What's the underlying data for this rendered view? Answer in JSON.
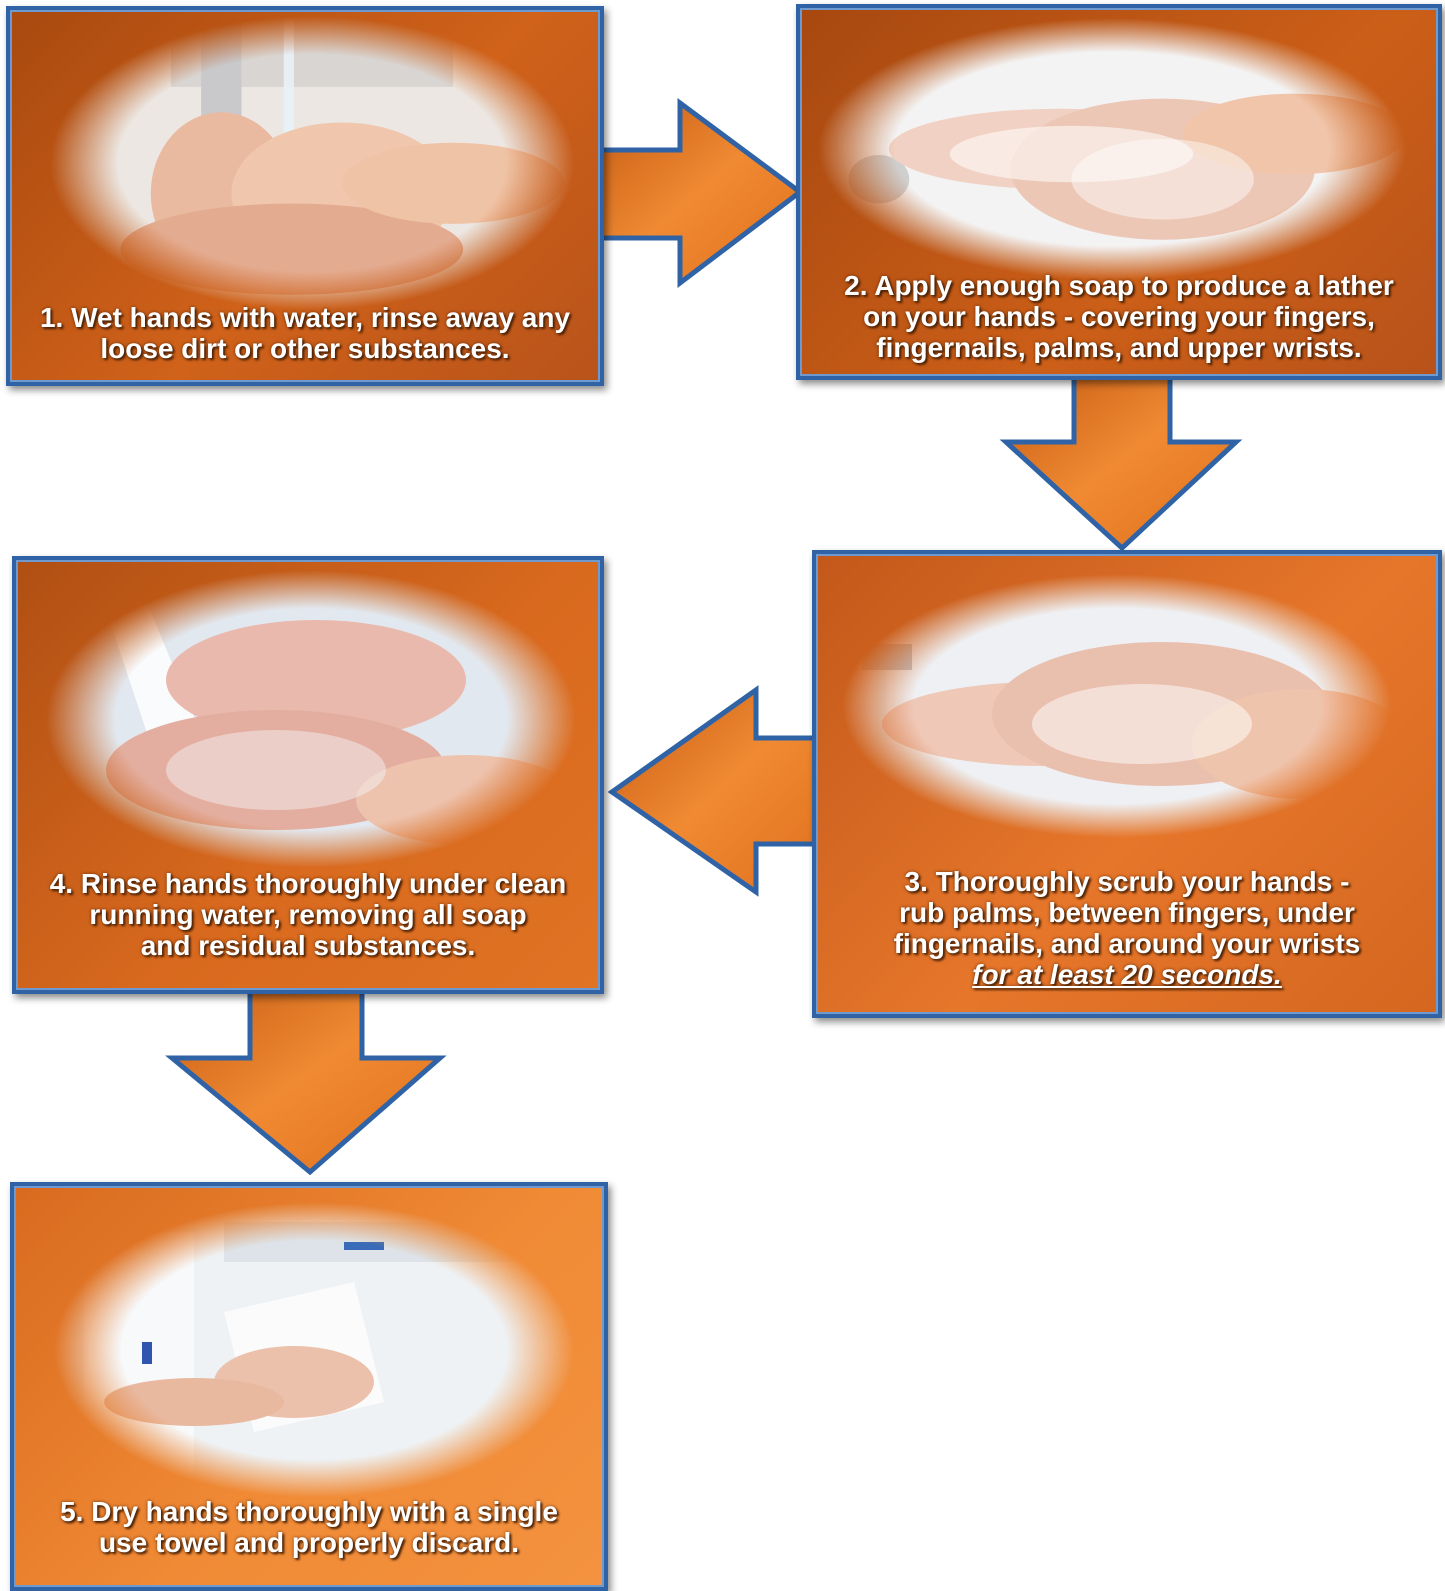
{
  "colors": {
    "border": "#2f63a6",
    "box_dark": "#a24a12",
    "box_mid": "#d6681b",
    "box_light": "#f08a35",
    "arrow": "#ea7a25",
    "text": "#ffffff"
  },
  "steps": [
    {
      "number": 1,
      "lines": [
        "1. Wet hands with water, rinse away any",
        "loose dirt or other substances."
      ],
      "photo_icon": "hands-under-running-water-image"
    },
    {
      "number": 2,
      "lines": [
        "2. Apply enough soap to produce a lather",
        "on your hands - covering your fingers,",
        "fingernails, palms, and upper wrists."
      ],
      "photo_icon": "soapy-hands-lather-image"
    },
    {
      "number": 3,
      "lines": [
        "3. Thoroughly scrub your hands -",
        "rub palms, between fingers, under",
        "fingernails, and around your wrists"
      ],
      "emphasis": "for at least 20 seconds.",
      "photo_icon": "hands-scrubbing-image"
    },
    {
      "number": 4,
      "lines": [
        "4. Rinse hands thoroughly under clean",
        "running water, removing all soap",
        "and residual substances."
      ],
      "photo_icon": "hands-rinsing-image"
    },
    {
      "number": 5,
      "lines": [
        "5. Dry hands thoroughly with a single",
        "use towel and properly discard."
      ],
      "photo_icon": "paper-towel-drying-image"
    }
  ],
  "arrows": [
    {
      "from": 1,
      "to": 2,
      "direction": "right"
    },
    {
      "from": 2,
      "to": 3,
      "direction": "down"
    },
    {
      "from": 3,
      "to": 4,
      "direction": "left"
    },
    {
      "from": 4,
      "to": 5,
      "direction": "down"
    }
  ]
}
